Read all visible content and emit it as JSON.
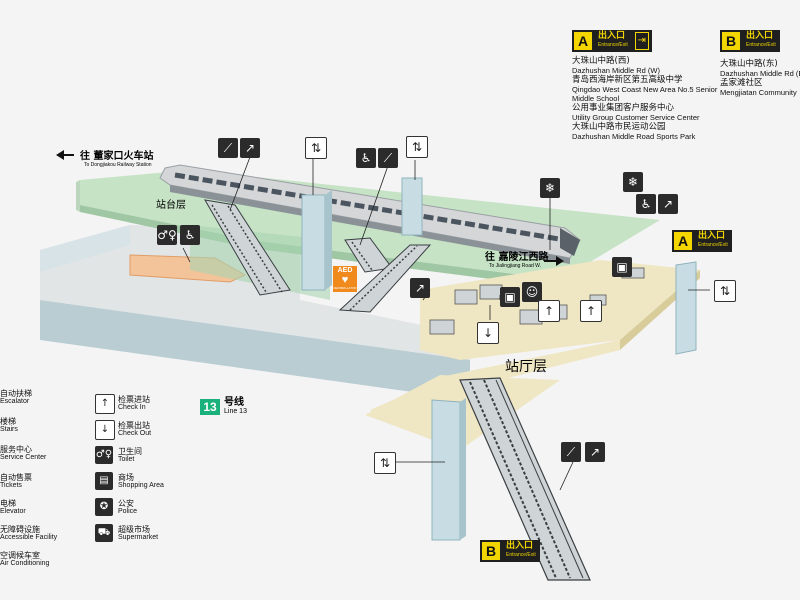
{
  "directions": {
    "west": {
      "zh": "往 董家口火车站",
      "en": "To Dongjiakou Railway Station"
    },
    "east": {
      "zh": "往 嘉陵江西路",
      "en": "To Jialingjiang Road W."
    }
  },
  "levels": {
    "platform": "站台层",
    "concourse": "站厅层"
  },
  "aed": {
    "label": "AED",
    "sub": "DEFIBRILLATOR"
  },
  "exits": [
    {
      "letter": "A",
      "zh": "出入口",
      "en": "Entrance/Exit",
      "destinations": [
        {
          "zh": "大珠山中路(西)",
          "en": "Dazhushan Middle Rd (W)"
        },
        {
          "zh": "青岛西海岸新区第五高级中学",
          "en": "Qingdao West Coast New Area No.5 Senior Middle School"
        },
        {
          "zh": "公用事业集团客户服务中心",
          "en": "Utility Group Customer Service Center"
        },
        {
          "zh": "大珠山中路市民运动公园",
          "en": "Dazhushan Middle Road Sports Park"
        }
      ]
    },
    {
      "letter": "B",
      "zh": "出入口",
      "en": "Entrance/Exit",
      "destinations": [
        {
          "zh": "大珠山中路(东)",
          "en": "Dazhushan Middle Rd (E)"
        },
        {
          "zh": "孟家滩社区",
          "en": "Mengjiatan Community"
        }
      ]
    }
  ],
  "map_exit_badges": {
    "a": {
      "letter": "A",
      "zh": "出入口",
      "en": "Entrance/Exit"
    },
    "b": {
      "letter": "B",
      "zh": "出入口",
      "en": "Entrance/Exit"
    }
  },
  "line": {
    "number": "13",
    "zh": "号线",
    "en": "Line 13",
    "color": "#1bb17b"
  },
  "legend_left": [
    {
      "zh": "自动扶梯",
      "en": "Escalator",
      "icon": "escalator-icon"
    },
    {
      "zh": "楼梯",
      "en": "Stairs",
      "icon": "stairs-icon"
    },
    {
      "zh": "服务中心",
      "en": "Service Center",
      "icon": "service-center-icon"
    },
    {
      "zh": "自动售票",
      "en": "Tickets",
      "icon": "ticket-machine-icon"
    },
    {
      "zh": "电梯",
      "en": "Elevator",
      "icon": "elevator-icon"
    },
    {
      "zh": "无障碍设施",
      "en": "Accessible Facility",
      "icon": "accessible-icon"
    },
    {
      "zh": "空调候车室",
      "en": "Air Conditioning",
      "icon": "air-conditioning-icon"
    }
  ],
  "legend_right": [
    {
      "zh": "检票进站",
      "en": "Check In",
      "icon": "check-in-icon"
    },
    {
      "zh": "检票出站",
      "en": "Check Out",
      "icon": "check-out-icon"
    },
    {
      "zh": "卫生间",
      "en": "Toilet",
      "icon": "toilet-icon"
    },
    {
      "zh": "商场",
      "en": "Shopping Area",
      "icon": "shopping-icon"
    },
    {
      "zh": "公安",
      "en": "Police",
      "icon": "police-icon"
    },
    {
      "zh": "超级市场",
      "en": "Supermarket",
      "icon": "supermarket-icon"
    }
  ],
  "colors": {
    "platform_green": "#c6e3c6",
    "concourse_beige": "#efe6c3",
    "wall_blue": "#c8dde3",
    "train_grey": "#d4d6d8",
    "exit_yellow": "#f3d500",
    "icon_dark": "#2b2b2b",
    "aed_orange": "#f08a1c"
  }
}
